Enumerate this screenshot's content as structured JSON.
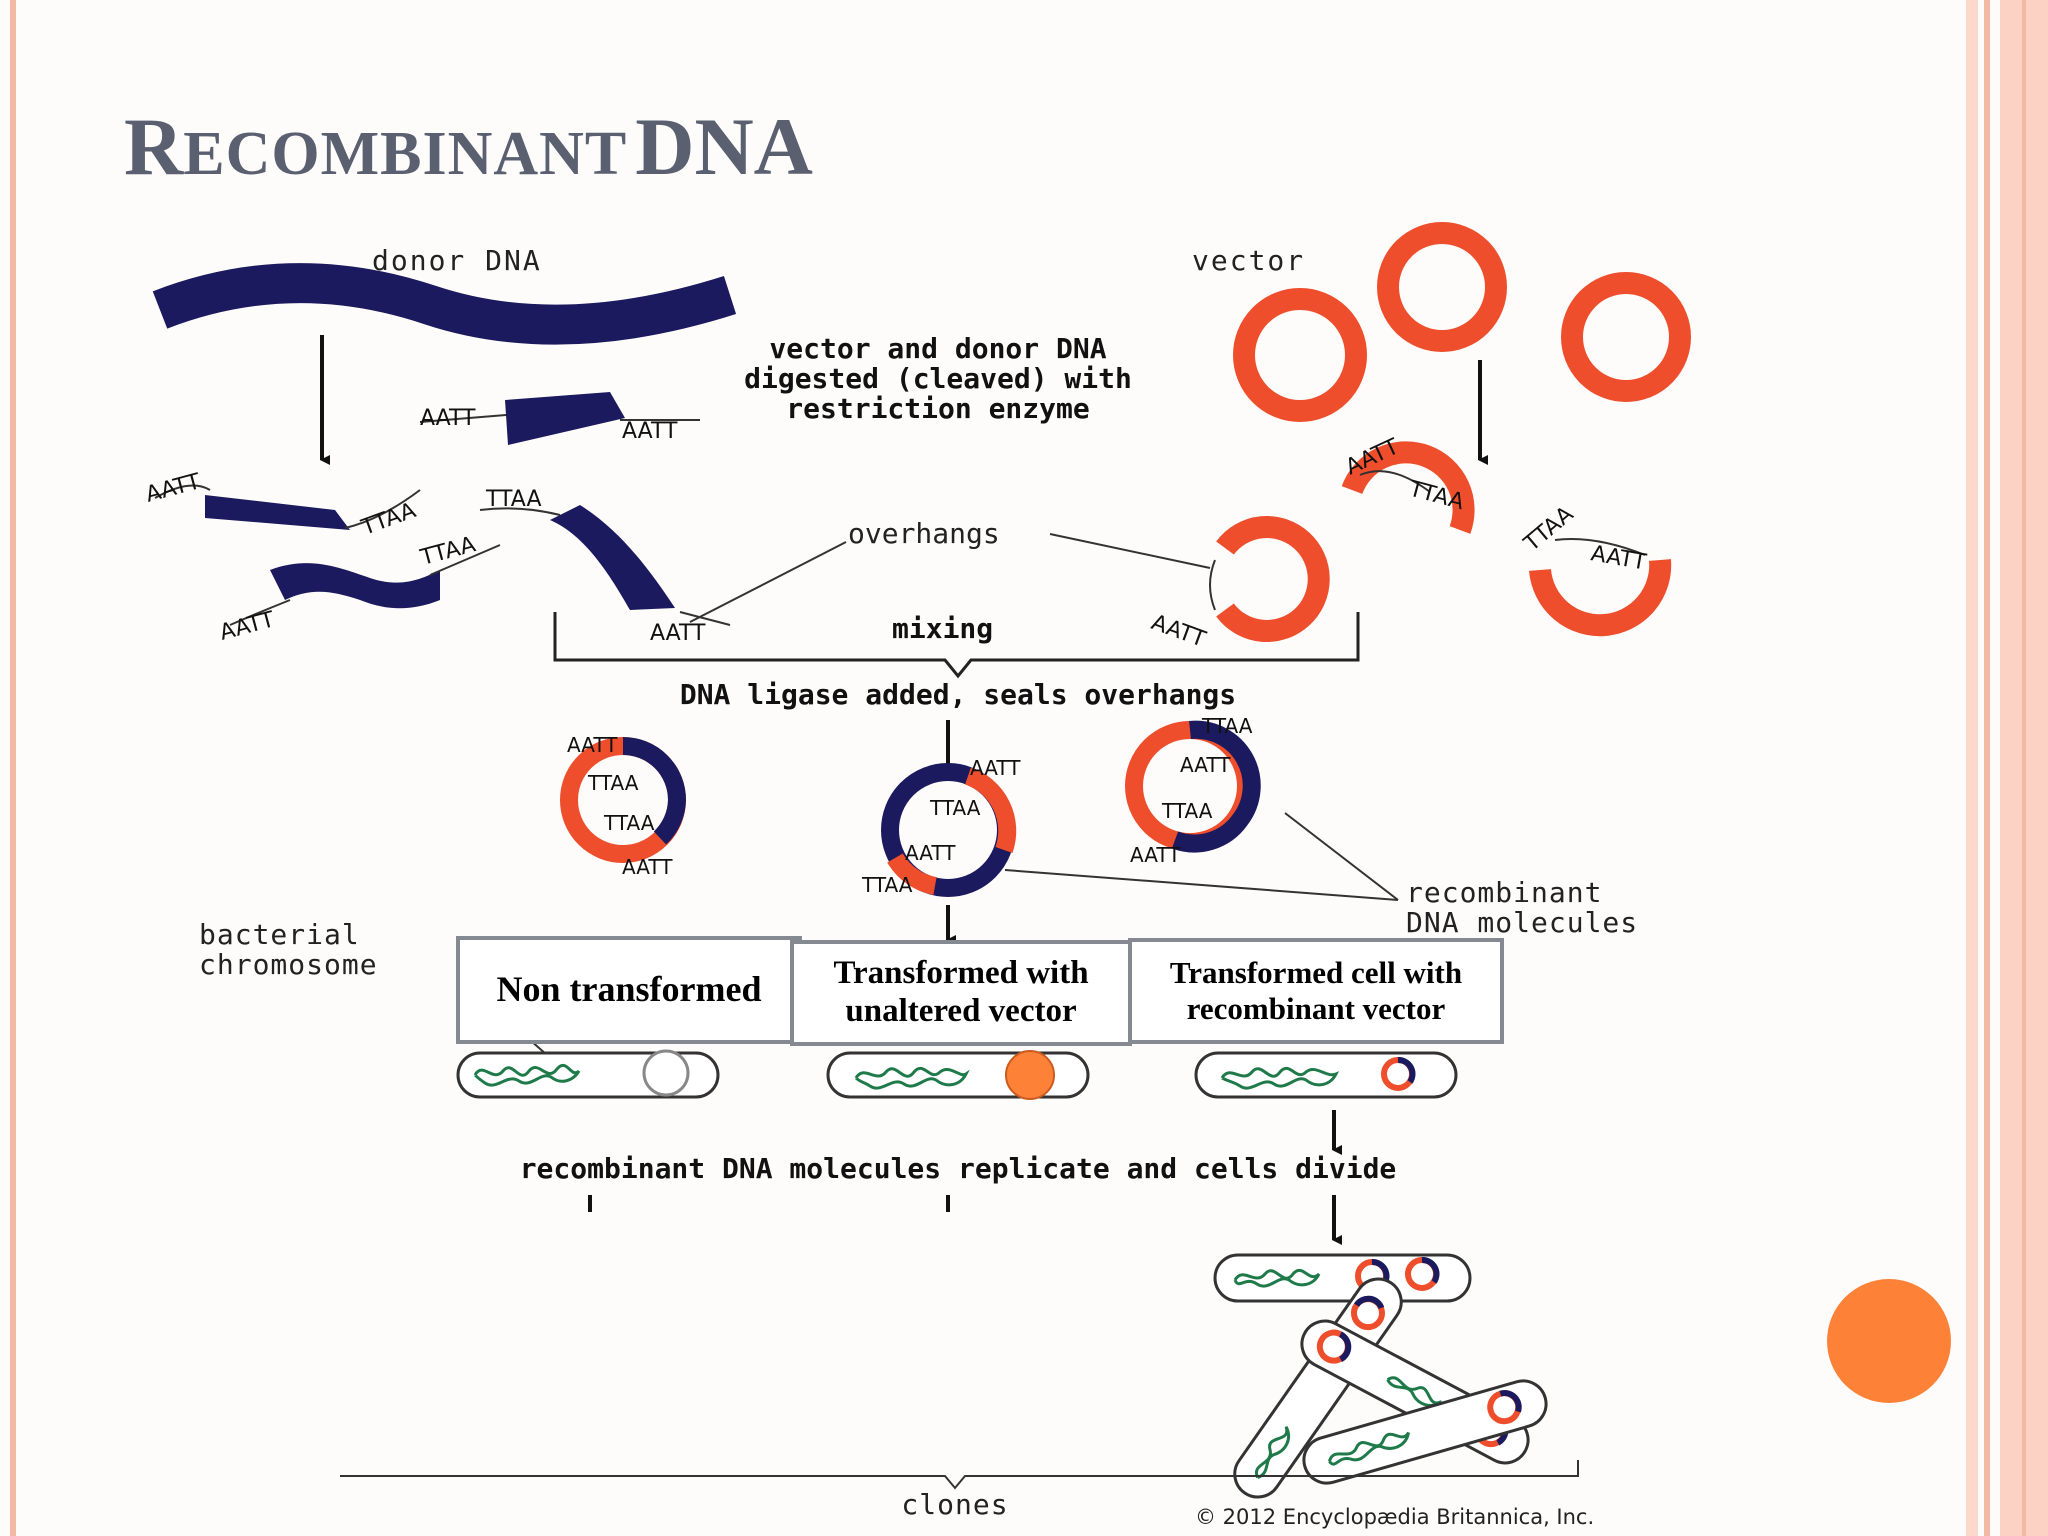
{
  "slide": {
    "title_first": "R",
    "title_rest": "ECOMBINANT",
    "title_last": "DNA",
    "accent_color": "#fd8238",
    "border_color": "#f4b9a4"
  },
  "diagram": {
    "donor_label": "donor DNA",
    "vector_label": "vector",
    "digest_lines": [
      "vector and donor DNA",
      "digested (cleaved) with",
      "restriction enzyme"
    ],
    "overhangs_label": "overhangs",
    "mixing_label": "mixing",
    "ligase_label": "DNA ligase added, seals overhangs",
    "recombinant_label_lines": [
      "recombinant",
      "DNA molecules"
    ],
    "bacterial_label_lines": [
      "bacterial",
      "chromosome"
    ],
    "replicate_label": "recombinant DNA molecules replicate and cells divide",
    "clones_label": "clones",
    "copyright": "© 2012 Encyclopædia Britannica, Inc.",
    "seq_aatt": "AATT",
    "seq_ttaa": "TTAA",
    "donor_color": "#1c1a5e",
    "vector_color": "#ee4e2b",
    "chromosome_color": "#1f7a4a"
  },
  "boxes": {
    "non_transformed": "Non transformed",
    "unaltered_line1": "Transformed with",
    "unaltered_line2": "unaltered vector",
    "recombinant_line1": "Transformed cell with",
    "recombinant_line2": "recombinant vector"
  }
}
